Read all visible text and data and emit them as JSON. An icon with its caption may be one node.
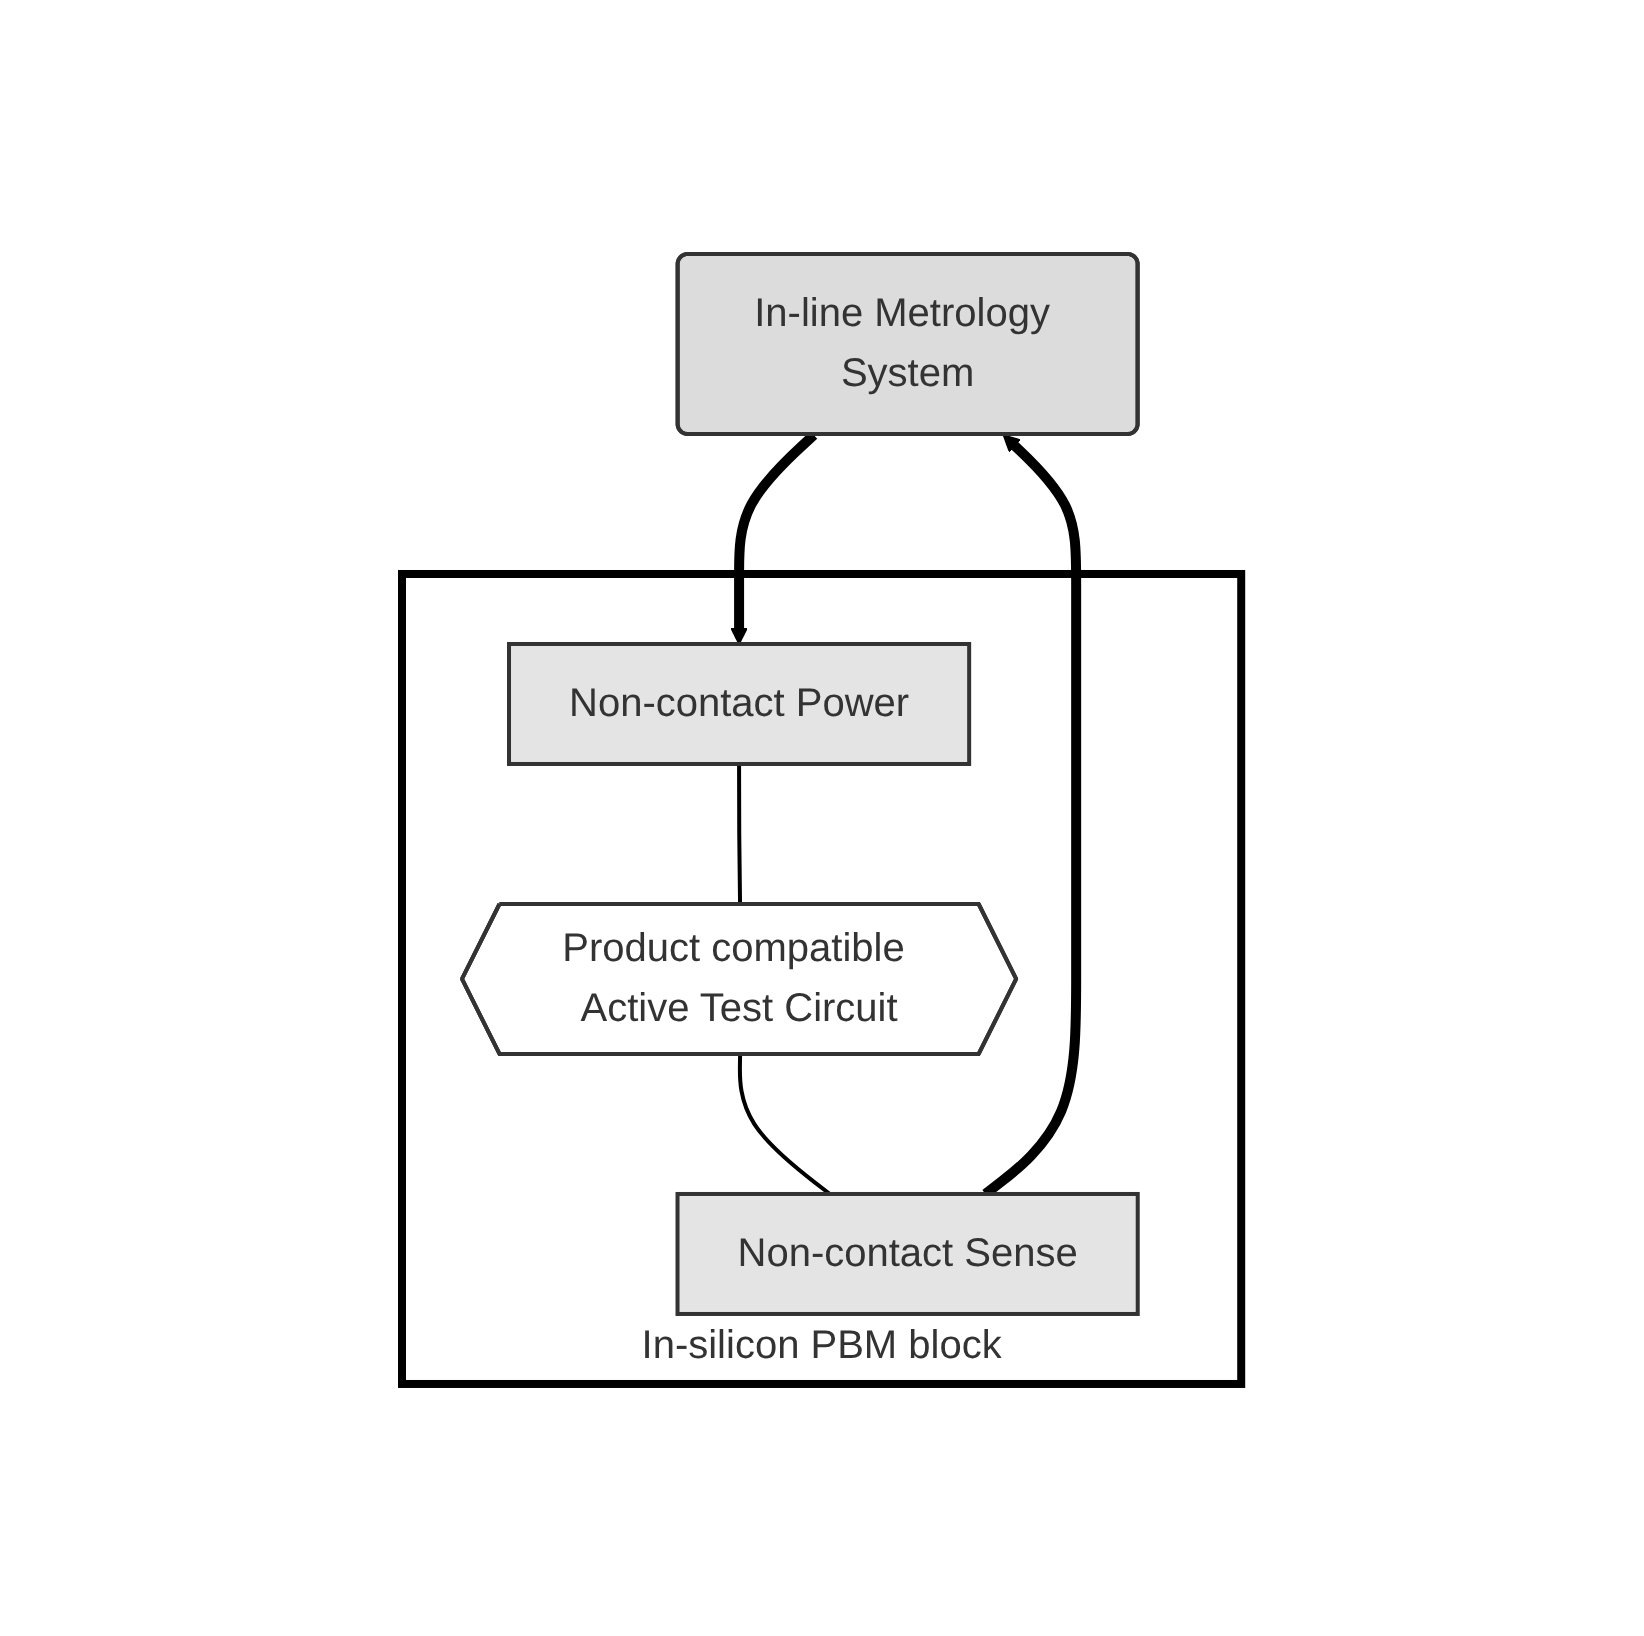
{
  "diagram": {
    "nodes": [
      {
        "text": [
          "In-line Metrology System"
        ]
      },
      {
        "text": [
          "In-silicon PBM block"
        ]
      },
      {
        "text": [
          "Non-contact Power"
        ],
        "in": 1
      },
      {
        "text": [
          "Product compatible Active Test Circuit"
        ],
        "in": 1
      },
      {
        "text": [
          "Non-contact Sense"
        ],
        "in": 1
      }
    ],
    "edges": [
      {
        "from": 0,
        "to": 2,
        "arrow": "to",
        "style": "thick"
      },
      {
        "from": 2,
        "to": 3,
        "arrow": "none"
      },
      {
        "from": 3,
        "to": 4,
        "arrow": "none"
      },
      {
        "from": 4,
        "to": 0,
        "arrow": "to",
        "style": "thick"
      }
    ]
  }
}
